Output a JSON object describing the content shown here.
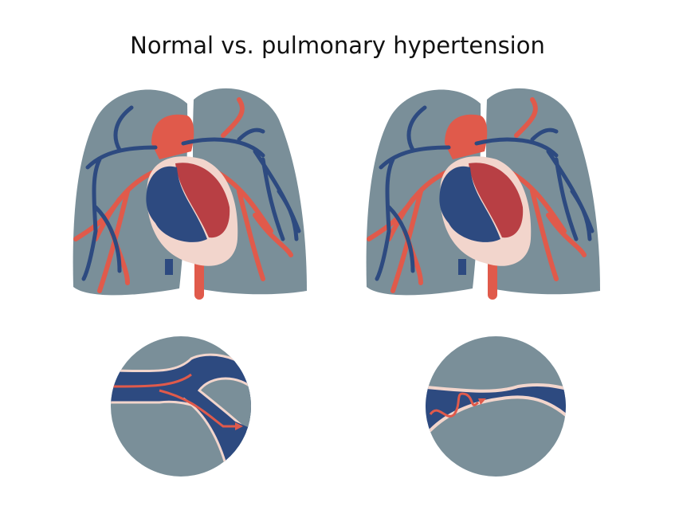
{
  "title": "Normal vs. pulmonary hypertension",
  "colors": {
    "lung": "#7a8f99",
    "vein_blue": "#2d4a80",
    "artery_red": "#e05a4b",
    "heart_dark_red": "#b83f44",
    "heart_wall": "#f2d5cc",
    "vessel_outline": "#f5e6e0",
    "background": "#ffffff"
  },
  "panels": [
    {
      "condition": "normal"
    },
    {
      "condition": "pulmonary hypertension"
    }
  ]
}
